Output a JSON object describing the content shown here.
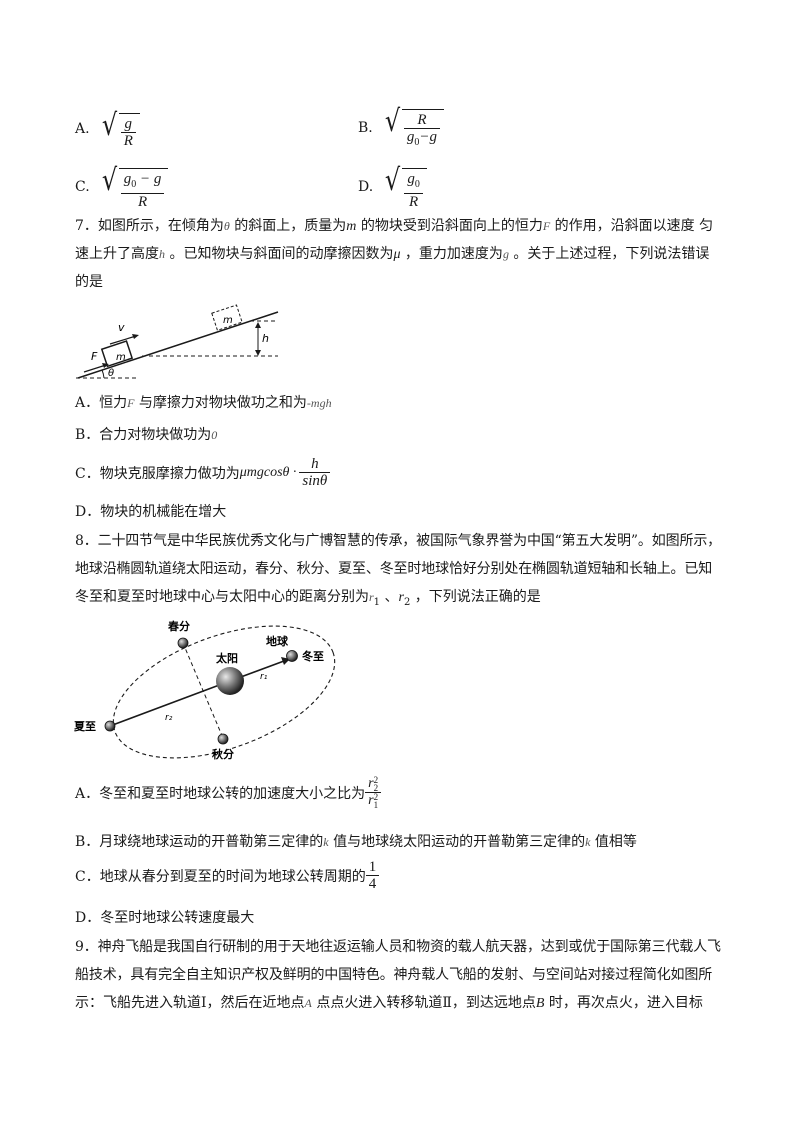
{
  "q6_options": {
    "A": {
      "label": "A.",
      "num": "g",
      "den": "R"
    },
    "B": {
      "label": "B.",
      "num": "R",
      "den_a": "g",
      "den_sub": "0",
      "den_b": "−g"
    },
    "C": {
      "label": "C.",
      "num_a": "g",
      "num_sub": "0",
      "num_b": " − g",
      "den": "R"
    },
    "D": {
      "label": "D.",
      "num_a": "g",
      "num_sub": "0",
      "den": "R"
    }
  },
  "q7": {
    "line1_a": "7．如图所示，在倾角为",
    "sym_theta": "θ",
    "line1_b": " 的斜面上，质量为",
    "sym_m": "m",
    "line1_c": " 的物块受到沿斜面向上的恒力",
    "sym_F": "F",
    "line1_d": " 的作用，沿斜面以速度   匀",
    "line2_a": "速上升了高度",
    "sym_h": "h",
    "line2_b": " 。已知物块与斜面间的动摩擦因数为",
    "sym_mu": "μ",
    "line2_c": " ，重力加速度为",
    "sym_g": "g",
    "line2_d": " 。关于上述过程，下列说法错误",
    "line3": "的是",
    "figure": {
      "v": "v",
      "F": "F",
      "m1": "m",
      "m2": "m",
      "h": "h",
      "theta": "θ"
    },
    "optA_a": "A．恒力",
    "optA_sym": "F",
    "optA_b": " 与摩擦力对物块做功之和为",
    "optA_expr": "-mgh",
    "optB_a": "B．合力对物块做功为",
    "optB_expr": "0",
    "optC_a": "C．物块克服摩擦力做功为",
    "optC_expr": "μmgcosθ ·",
    "optC_num": "h",
    "optC_den": "sinθ",
    "optD": "D．物块的机械能在增大"
  },
  "q8": {
    "line1": "8．二十四节气是中华民族优秀文化与广博智慧的传承，被国际气象界誉为中国“第五大发明”。如图所示，",
    "line2": "地球沿椭圆轨道绕太阳运动，春分、秋分、夏至、冬至时地球恰好分别处在椭圆轨道短轴和长轴上。已知",
    "line3_a": "冬至和夏至时地球中心与太阳中心的距离分别为",
    "sym_r1": "r",
    "sub1": "1",
    "line3_b": " 、",
    "sym_r2": "r",
    "sub2": "2",
    "line3_c": " ，下列说法正确的是",
    "figure": {
      "spring": "春分",
      "earth": "地球",
      "winter": "冬至",
      "sun": "太阳",
      "summer": "夏至",
      "autumn": "秋分",
      "r1": "r₁",
      "r2": "r₂"
    },
    "optA_a": "A．冬至和夏至时地球公转的加速度大小之比为",
    "optA_num": "r",
    "optA_num_sub": "2",
    "optA_num_sup": "2",
    "optA_den": "r",
    "optA_den_sub": "1",
    "optA_den_sup": "2",
    "optB_a": "B．月球绕地球运动的开普勒第三定律的",
    "optB_k1": "k",
    "optB_b": " 值与地球绕太阳运动的开普勒第三定律的",
    "optB_k2": "k",
    "optB_c": " 值相等",
    "optC_a": "C．地球从春分到夏至的时间为地球公转周期的",
    "optC_num": "1",
    "optC_den": "4",
    "optD": "D．冬至时地球公转速度最大"
  },
  "q9": {
    "line1": "9．神舟飞船是我国自行研制的用于天地往返运输人员和物资的载人航天器，达到或优于国际第三代载人飞",
    "line2": "船技术，具有完全自主知识产权及鲜明的中国特色。神舟载人飞船的发射、与空间站对接过程简化如图所",
    "line3_a": "示：飞船先进入轨道Ⅰ，然后在近地点",
    "sym_A": "A",
    "line3_b": " 点点火进入转移轨道Ⅱ，到达远地点",
    "sym_B": "B",
    "line3_c": " 时，再次点火，进入目标"
  }
}
